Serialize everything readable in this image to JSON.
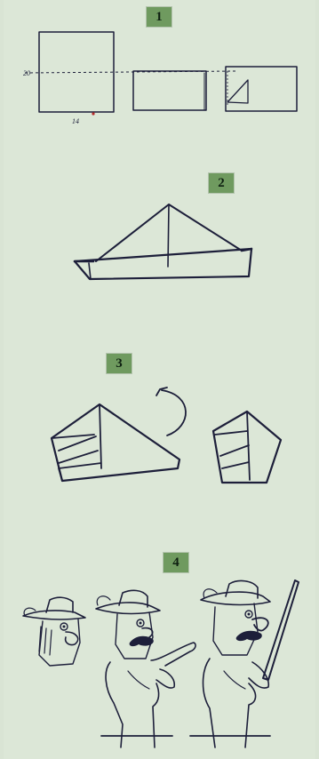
{
  "steps": [
    {
      "number": "1"
    },
    {
      "number": "2"
    },
    {
      "number": "3"
    },
    {
      "number": "4"
    }
  ],
  "step1": {
    "height_label": "20",
    "width_label": "14"
  },
  "colors": {
    "background": "#dce7d7",
    "badge": "#6f9a5f",
    "ink": "#1d1f3a"
  },
  "icons": [
    "curved-arrow-icon",
    "rifle-icon"
  ]
}
